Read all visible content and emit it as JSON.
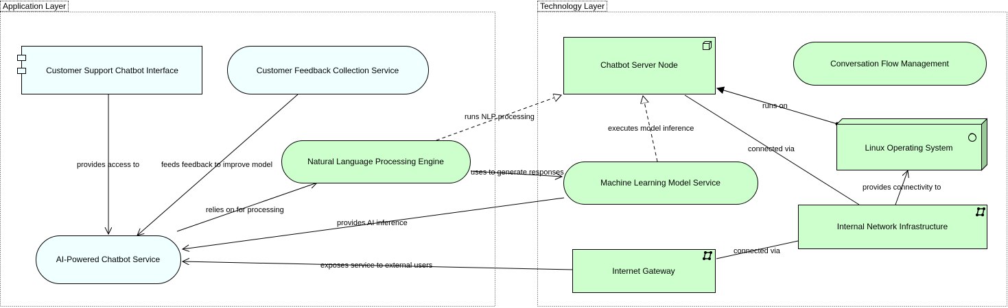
{
  "groups": {
    "application": {
      "title": "Application Layer"
    },
    "technology": {
      "title": "Technology Layer"
    }
  },
  "nodes": {
    "chatbot_interface": {
      "label": "Customer Support Chatbot Interface",
      "kind": "application-component"
    },
    "feedback_service": {
      "label": "Customer Feedback Collection Service",
      "kind": "application-service"
    },
    "nlp_engine": {
      "label": "Natural Language Processing Engine",
      "kind": "technology-service"
    },
    "ai_chatbot_service": {
      "label": "AI-Powered Chatbot Service",
      "kind": "application-service"
    },
    "chatbot_server": {
      "label": "Chatbot Server Node",
      "kind": "node"
    },
    "conversation_flow": {
      "label": "Conversation Flow Management",
      "kind": "technology-service"
    },
    "ml_service": {
      "label": "Machine Learning Model Service",
      "kind": "technology-service"
    },
    "linux_os": {
      "label": "Linux Operating System",
      "kind": "system-software"
    },
    "network_infra": {
      "label": "Internal Network Infrastructure",
      "kind": "communication-network"
    },
    "internet_gateway": {
      "label": "Internet Gateway",
      "kind": "communication-network"
    }
  },
  "edges": {
    "provides_access": "provides access to",
    "feeds_feedback": "feeds feedback to improve model",
    "relies_on": "relies on for processing",
    "runs_nlp": "runs NLP processing",
    "uses_to_generate": "uses to generate responses",
    "provides_ai": "provides AI inference",
    "executes_inference": "executes model inference",
    "runs_on": "runs on",
    "connected_via_1": "connected via",
    "provides_connectivity": "provides connectivity to",
    "connected_via_2": "connected via",
    "exposes_service": "exposes service to external users"
  },
  "colors": {
    "application_fill": "#f0ffff",
    "technology_fill": "#ccffcc",
    "stroke": "#000000",
    "group_border": "#333333"
  },
  "icons": {
    "component": "component-icon",
    "node": "node-cube-icon",
    "system_software": "system-software-icon",
    "network": "network-icon"
  }
}
